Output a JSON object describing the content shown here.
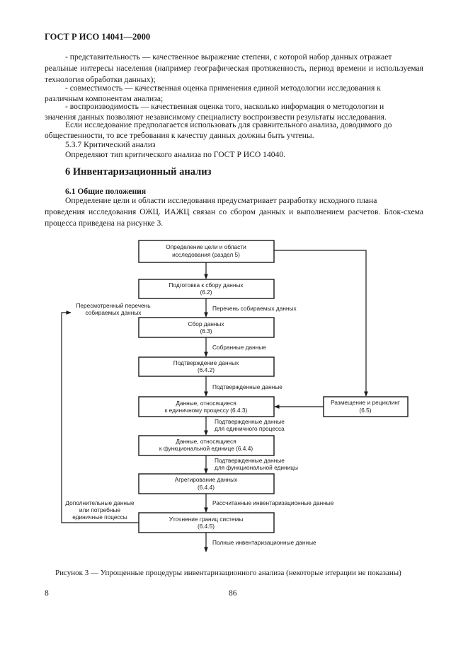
{
  "header": "ГОСТ Р ИСО 14041—2000",
  "paragraphs": {
    "p1": "- представительность — качественное выражение степени, с которой набор данных отражает",
    "p1_cont": "реальные интересы населения (например географическая протяженность, период времени и используемая технология обработки данных);",
    "p2": "- совместимость — качественная оценка применения единой методологии исследования к",
    "p2_cont": "различным компонентам анализа;",
    "p3": "- воспроизводимость — качественная оценка того, насколько информация о методологии и",
    "p3_cont": "значения данных позволяют независимому специалисту воспроизвести результаты исследования.",
    "p4": "Если исследование предполагается использовать для сравнительного анализа, доводимого до",
    "p4_cont": "общественности, то все требования к качеству данных должны быть учтены.",
    "p5": "5.3.7 Критический анализ",
    "p6": "Определяют тип критического анализа по ГОСТ Р ИСО 14040.",
    "p7": "Определение цели и области исследования предусматривает разработку исходного плана",
    "p7_cont": "проведения исследования ОЖЦ. ИАЖЦ связан со сбором данных и выполнением расчетов. Блок-схема процесса приведена на рисунке 3."
  },
  "section_title": "6 Инвентаризационный анализ",
  "subsection_title": "6.1 Общие положения",
  "diagram": {
    "boxes": {
      "goal": [
        "Определение цели  и области",
        "исследования (раздел 5)"
      ],
      "prep": [
        "Подготовка к сбору данных",
        "(6.2)"
      ],
      "collect": [
        "Сбор данных",
        "(6.3)"
      ],
      "validate": [
        "Подтверждение данных",
        "(6.4.2)"
      ],
      "unit": [
        "Данные, относящиеся",
        "к единичному процессу (6.4.3)"
      ],
      "func": [
        "Данные, относящиеся",
        "к функциональной единице (6.4.4)"
      ],
      "aggr": [
        "Агрегирование данных",
        "(6.4.4)"
      ],
      "refine": [
        "Уточнение границ системы",
        "(6.4.5)"
      ],
      "alloc": [
        "Размещение и рециклинг",
        "(6.5)"
      ]
    },
    "flow_labels": {
      "list": "Перечень собираемых данных",
      "collected": "Собранные данные",
      "validated": "Подтвержденные данные",
      "validated_unit": [
        "Подтвержденные данные",
        "для единичного процесса"
      ],
      "validated_func": [
        "Подтвержденные данные",
        "для функциональной единицы"
      ],
      "calculated": "Рассчитанные инвентаризационные данные",
      "complete": "Полные инвентаризационные данные"
    },
    "side_labels": {
      "revised": [
        "Пересмотренный перечень",
        "собираемых данных"
      ],
      "additional": [
        "Дополнительные данные",
        "или потребные",
        "единичные поцессы"
      ]
    }
  },
  "caption": "Рисунок 3 — Упрощенные процедуры инвентаризационного анализа (некоторые итерации не показаны)",
  "page_left": "8",
  "page_center": "86"
}
